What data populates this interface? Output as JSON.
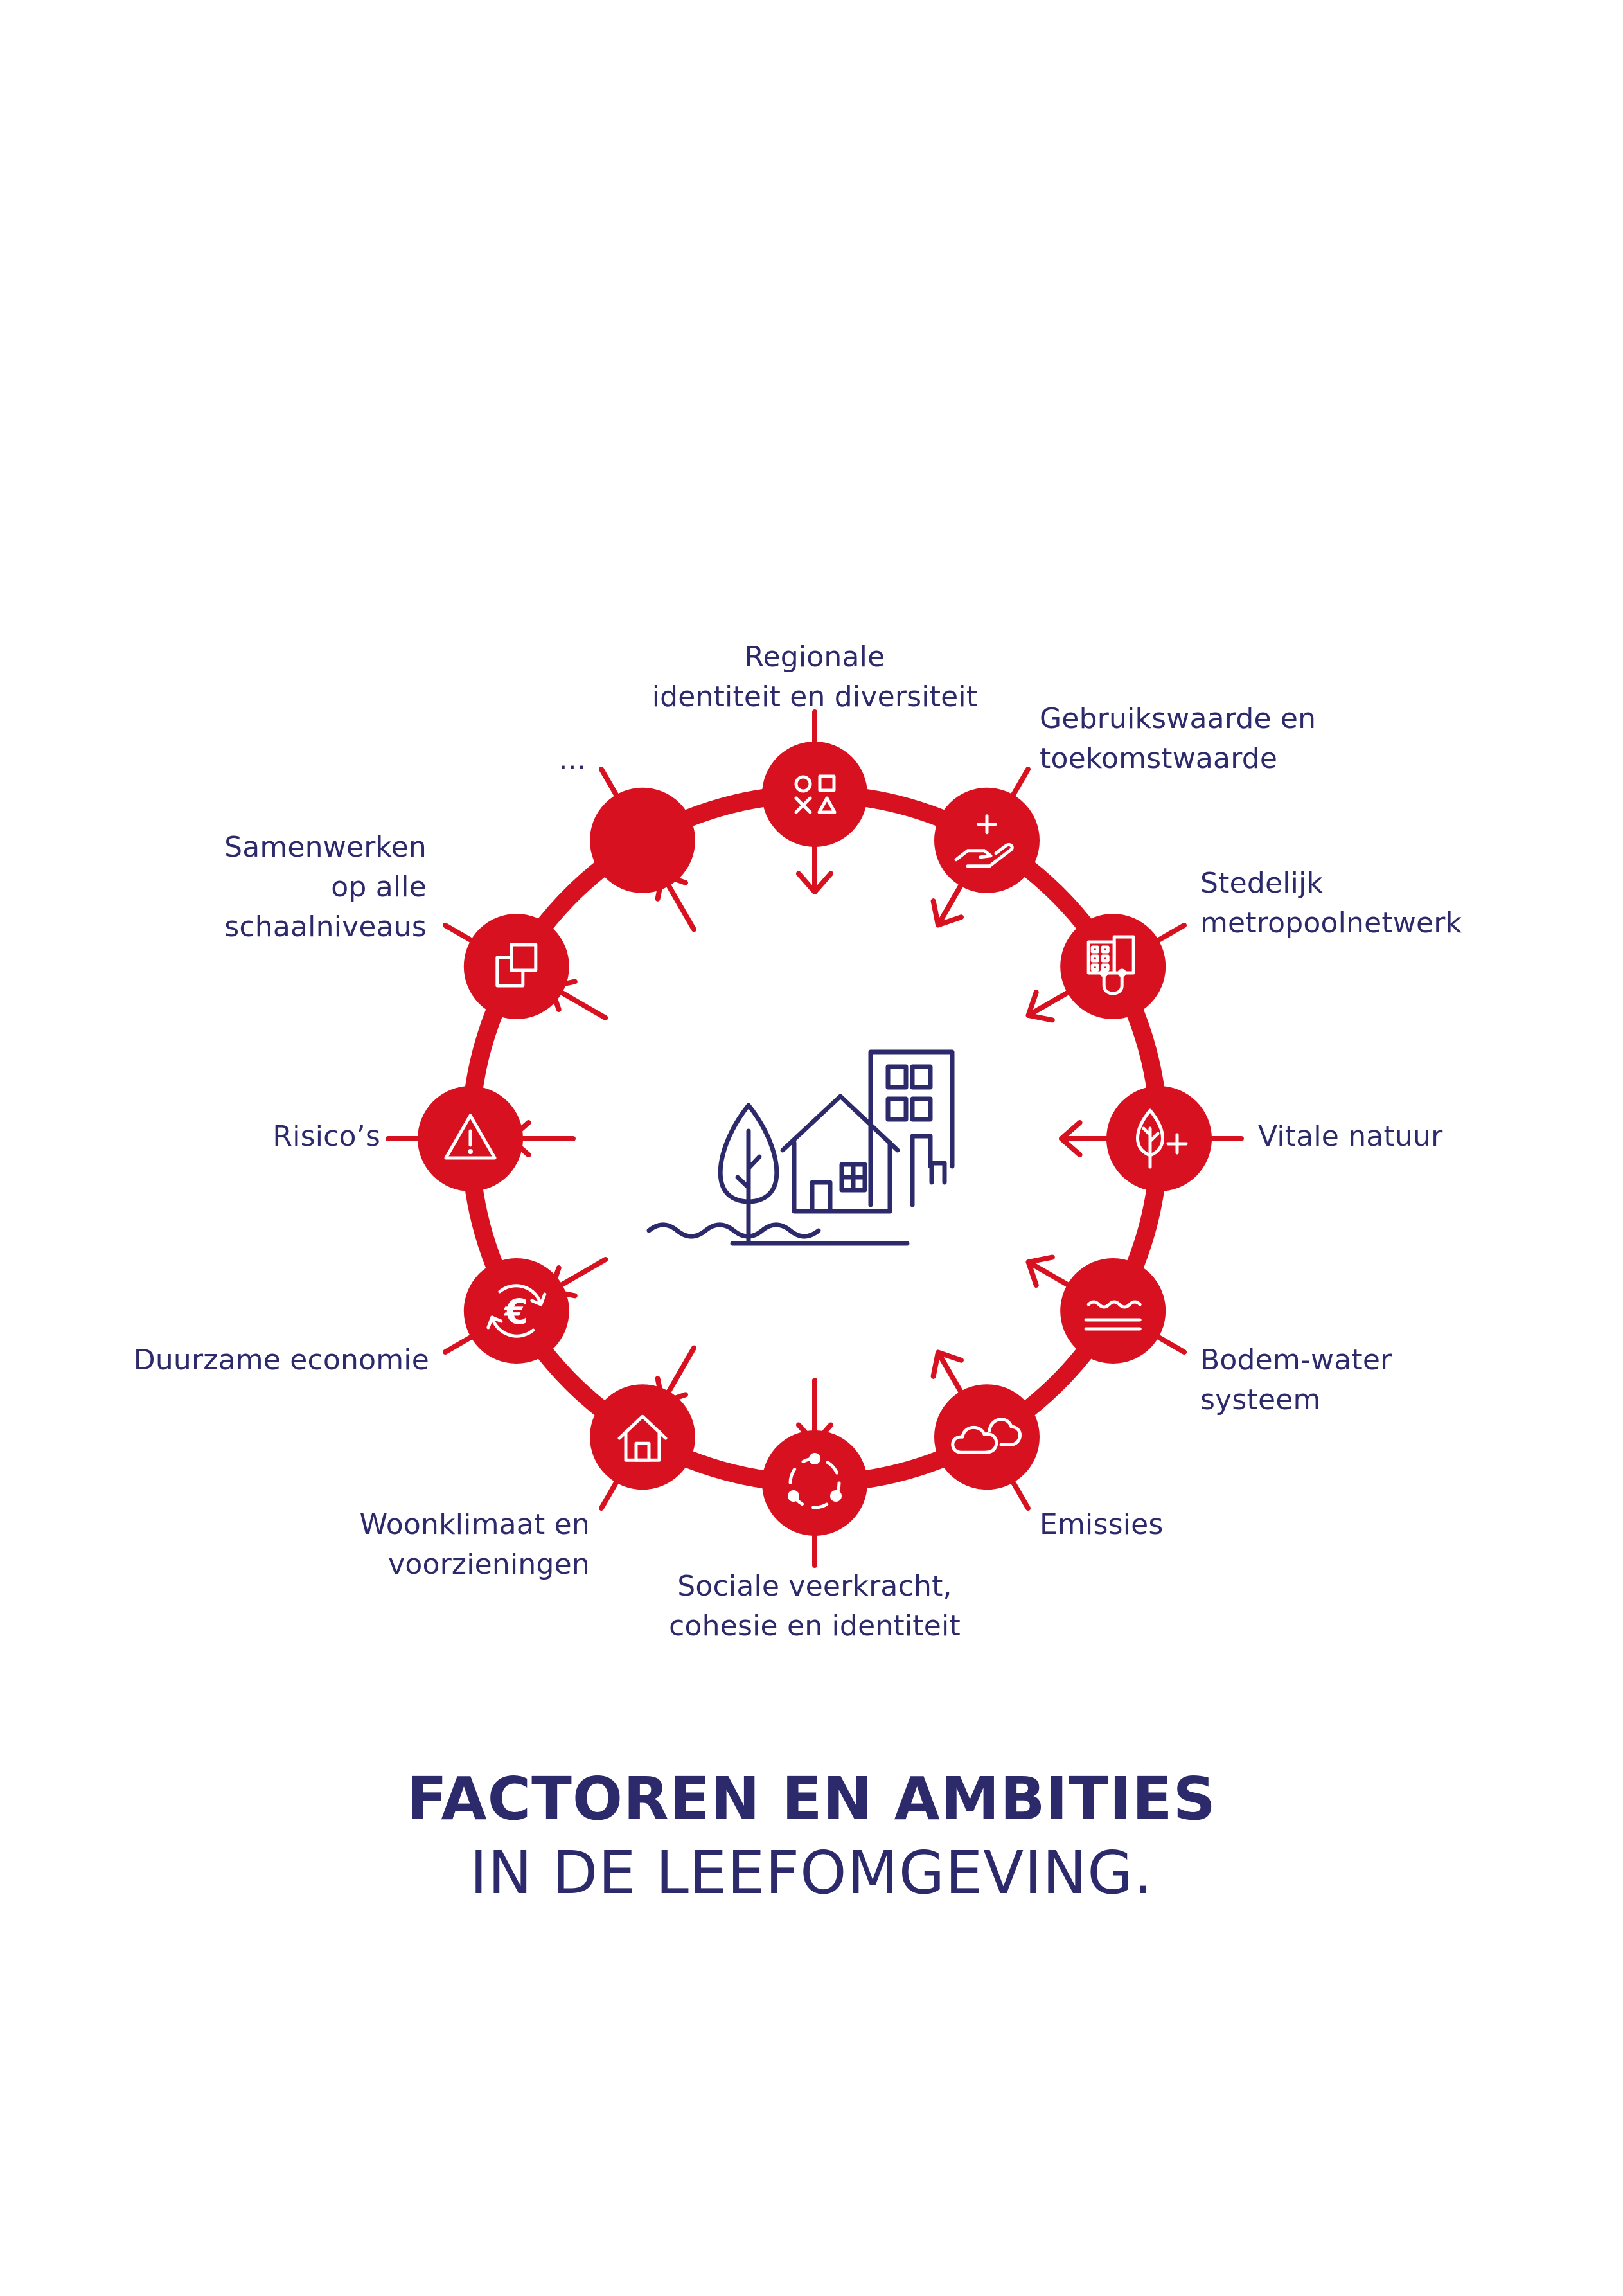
{
  "colors": {
    "accent": "#d7111f",
    "navy": "#2d2a6b",
    "background": "#ffffff"
  },
  "center_icon": "house-tree-building-water-icon",
  "nodes": [
    {
      "label": "Regionale\nidentiteit en diversiteit",
      "icon": "shapes-icon",
      "arrow": "in"
    },
    {
      "label": "Gebruikswaarde en\ntoekomstwaarde",
      "icon": "hand-plus-icon",
      "arrow": "in"
    },
    {
      "label": "Stedelijk\nmetropoolnetwerk",
      "icon": "buildings-network-icon",
      "arrow": "in"
    },
    {
      "label": "Vitale natuur",
      "icon": "leaf-plus-icon",
      "arrow": "in"
    },
    {
      "label": "Bodem-water\nsysteem",
      "icon": "soil-water-icon",
      "arrow": "in"
    },
    {
      "label": "Emissies",
      "icon": "clouds-icon",
      "arrow": "in"
    },
    {
      "label": "Sociale veerkracht,\ncohesie en identiteit",
      "icon": "people-circle-icon",
      "arrow": "out"
    },
    {
      "label": "Woonklimaat en\nvoorzieningen",
      "icon": "house-icon",
      "arrow": "out"
    },
    {
      "label": "Duurzame economie",
      "icon": "euro-cycle-icon",
      "arrow": "out"
    },
    {
      "label": "Risico’s",
      "icon": "warning-icon",
      "arrow": "out"
    },
    {
      "label": "Samenwerken\nop alle\nschaalniveaus",
      "icon": "puzzle-icon",
      "arrow": "out"
    },
    {
      "label": "...",
      "icon": "",
      "arrow": "out"
    }
  ],
  "title": {
    "line1": "FACTOREN EN AMBITIES",
    "line2": "IN DE LEEFOMGEVING."
  }
}
